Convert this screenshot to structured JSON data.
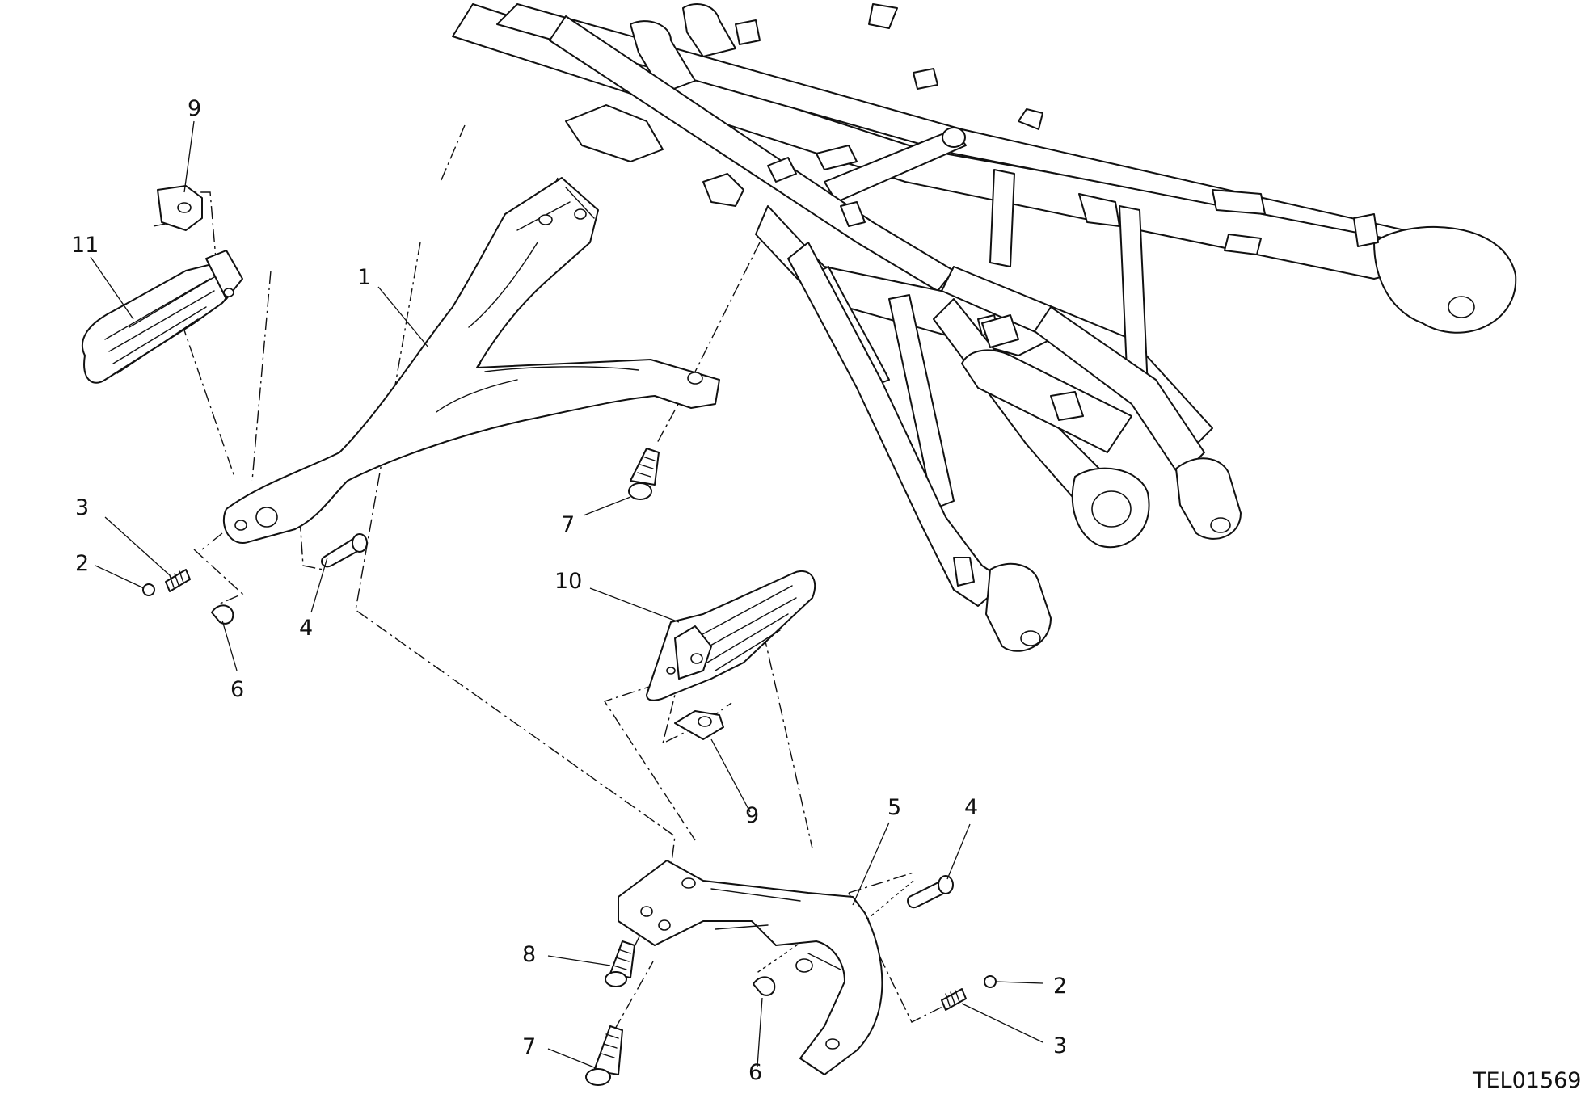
{
  "drawing_code": "TEL01569",
  "callouts": {
    "c1": "1",
    "c2_left": "2",
    "c2_right": "2",
    "c3_left": "3",
    "c3_right": "3",
    "c4_left": "4",
    "c4_right": "4",
    "c5": "5",
    "c6_left": "6",
    "c6_right": "6",
    "c7_left": "7",
    "c7_right": "7",
    "c8": "8",
    "c9_top": "9",
    "c9_bottom": "9",
    "c10": "10",
    "c11": "11"
  }
}
